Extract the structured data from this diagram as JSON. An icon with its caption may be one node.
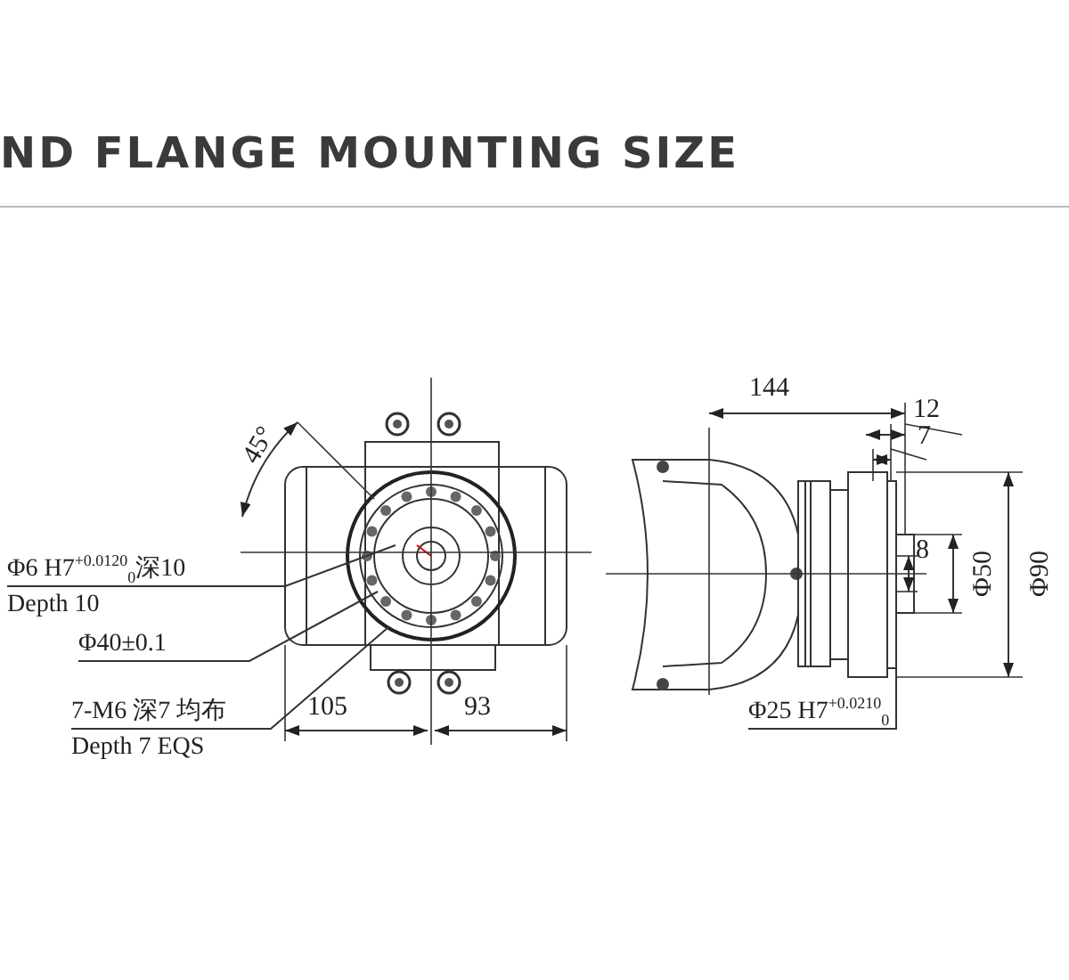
{
  "diagram": {
    "title": "ND FLANGE MOUNTING SIZE",
    "nodes": [
      {
        "text": [
          "Φ6 H7$^{+0.0120}$$_{0}$深10",
          "Depth 10"
        ]
      },
      {
        "text": [
          "Φ40±0.1"
        ]
      },
      {
        "text": [
          "7-M6 深7 均布",
          "Depth 7 EQS"
        ]
      },
      {
        "text": [
          "Φ25 H7$^{+0.0210}$$_{0}$"
        ]
      }
    ],
    "edges": [
      {
        "from": 0,
        "to": null,
        "arrow": "none"
      },
      {
        "from": 1,
        "to": null,
        "arrow": "none"
      },
      {
        "from": 2,
        "to": null,
        "arrow": "none"
      },
      {
        "from": 3,
        "to": null,
        "arrow": "none"
      }
    ],
    "labels": [
      "45°",
      "144",
      "12",
      "7",
      "8",
      "Φ50",
      "Φ90",
      "105",
      "93"
    ]
  }
}
